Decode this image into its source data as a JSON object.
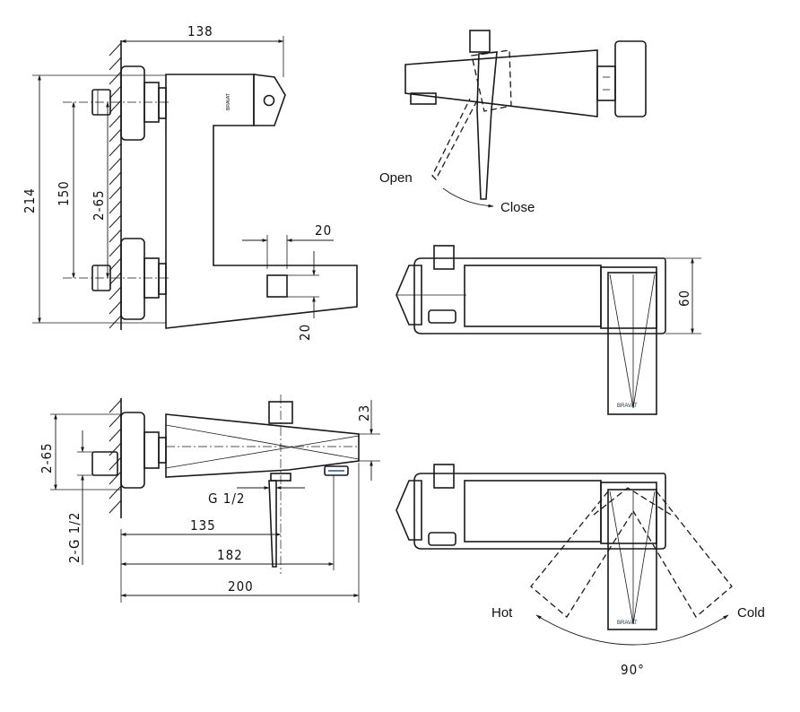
{
  "dimensions": {
    "width_138": "138",
    "height_214": "214",
    "inlet_spacing_150": "150",
    "inlet_2_65": "2-65",
    "top_20": "20",
    "side_20": "20",
    "spout_23": "23",
    "inlet_2_65_front": "2-65",
    "thread_2g": "2-G 1/2",
    "outlet_thread": "G 1/2",
    "len_135": "135",
    "len_182": "182",
    "len_200": "200",
    "depth_60": "60",
    "angle_90": "90°"
  },
  "labels": {
    "open": "Open",
    "close": "Close",
    "hot": "Hot",
    "cold": "Cold",
    "brand_small": "BRAVAT"
  }
}
